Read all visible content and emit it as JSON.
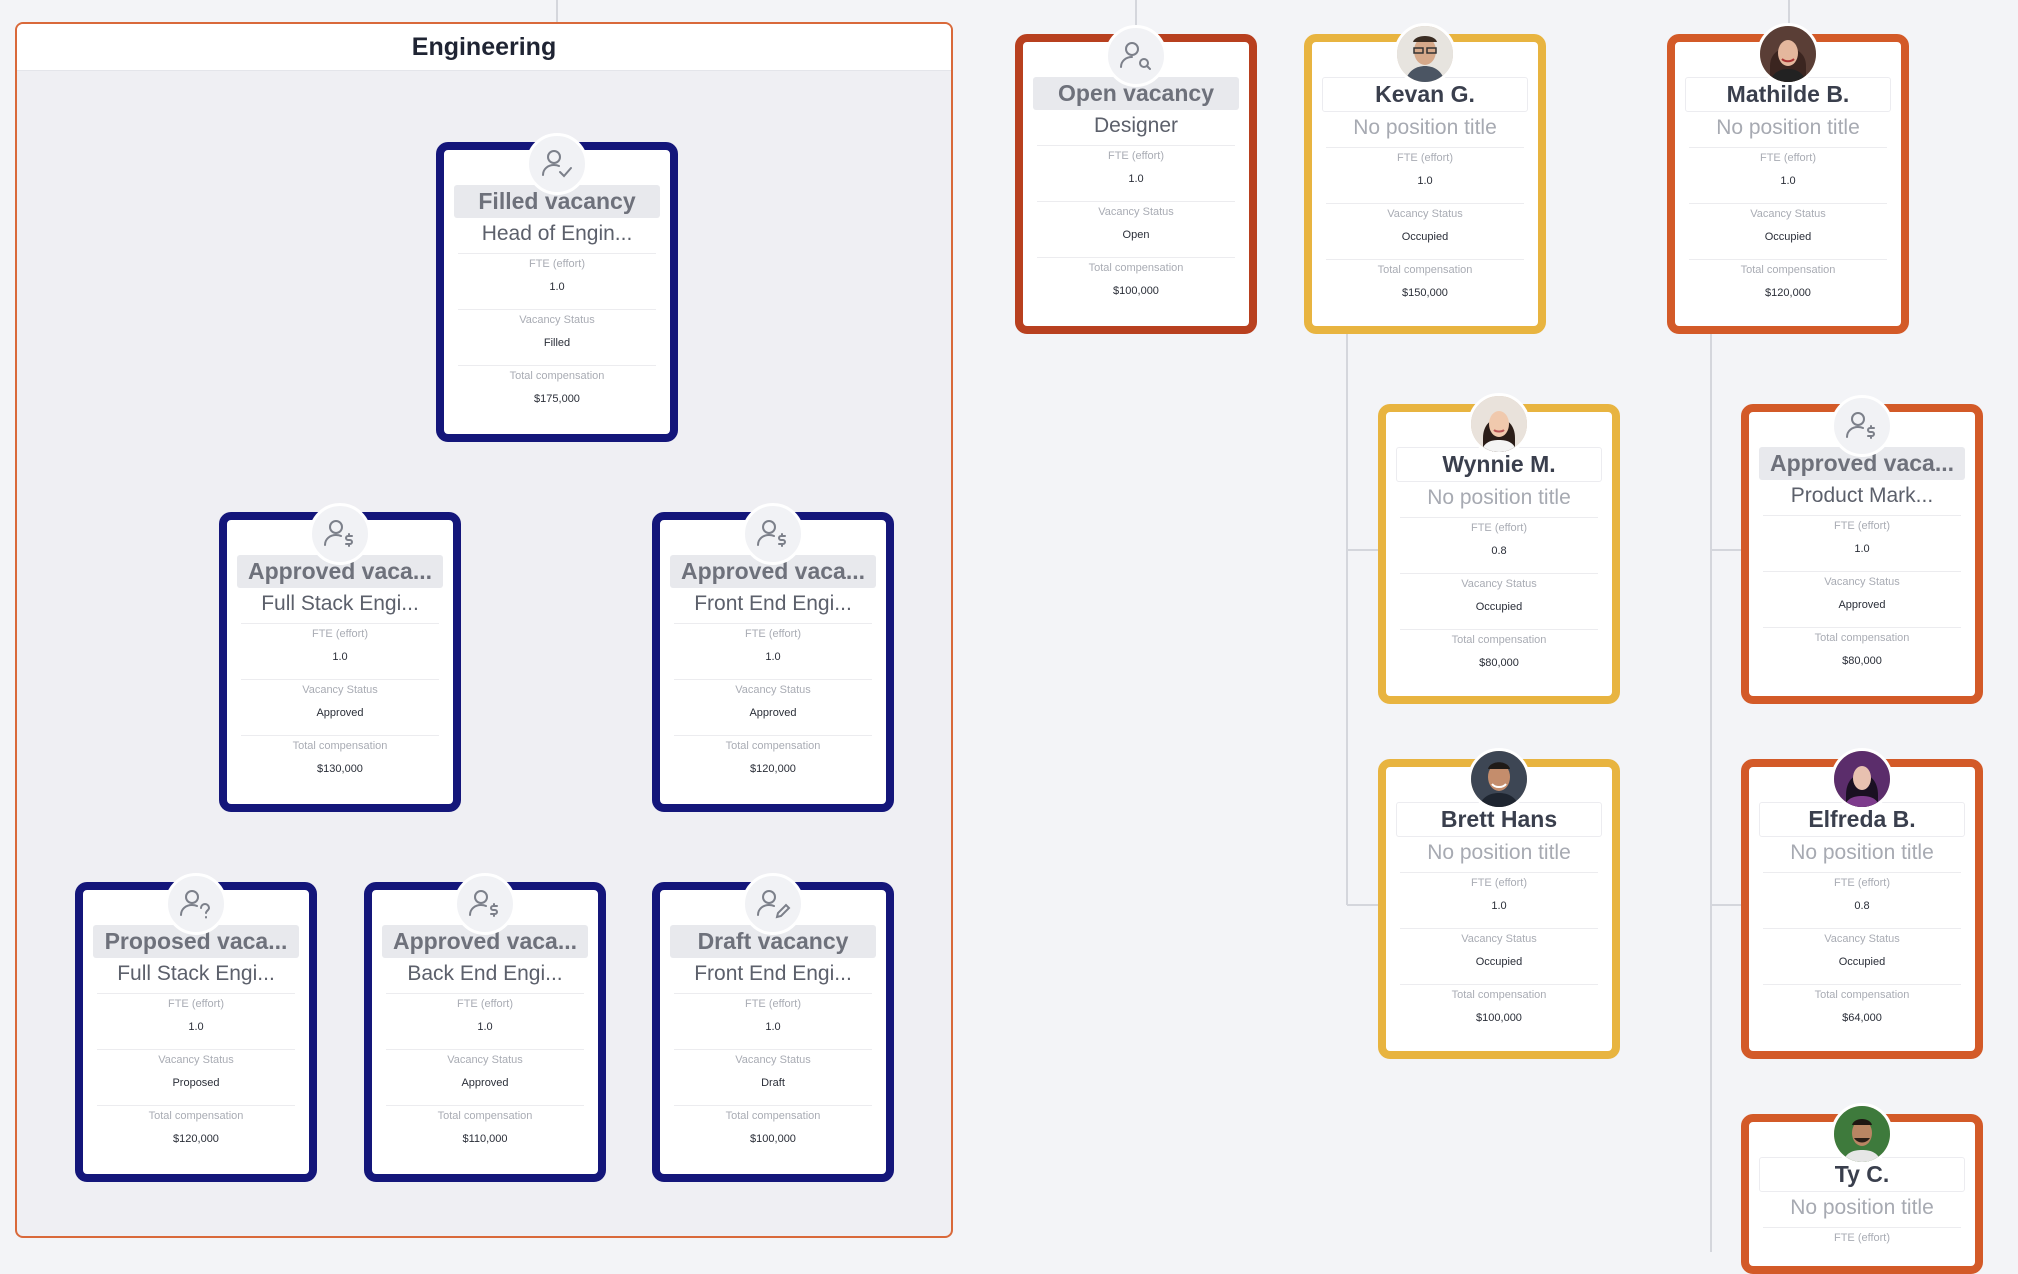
{
  "group": {
    "title": "Engineering"
  },
  "field_labels": {
    "fte": "FTE (effort)",
    "status": "Vacancy Status",
    "comp": "Total compensation"
  },
  "colors": {
    "navy": "#14167a",
    "yellow": "#e8b440",
    "orange": "#d35a28",
    "rust": "#b8401f",
    "group_border": "#d9693a"
  },
  "cards": {
    "head_eng": {
      "headline": "Filled vacancy",
      "subtitle": "Head of Engin...",
      "fte": "1.0",
      "status": "Filled",
      "comp": "$175,000",
      "icon": "user-check-icon"
    },
    "fullstack_1": {
      "headline": "Approved vaca...",
      "subtitle": "Full Stack Engi...",
      "fte": "1.0",
      "status": "Approved",
      "comp": "$130,000",
      "icon": "user-dollar-icon"
    },
    "frontend_1": {
      "headline": "Approved vaca...",
      "subtitle": "Front End Engi...",
      "fte": "1.0",
      "status": "Approved",
      "comp": "$120,000",
      "icon": "user-dollar-icon"
    },
    "fullstack_2": {
      "headline": "Proposed vaca...",
      "subtitle": "Full Stack Engi...",
      "fte": "1.0",
      "status": "Proposed",
      "comp": "$120,000",
      "icon": "user-question-icon"
    },
    "backend_1": {
      "headline": "Approved vaca...",
      "subtitle": "Back End Engi...",
      "fte": "1.0",
      "status": "Approved",
      "comp": "$110,000",
      "icon": "user-dollar-icon"
    },
    "frontend_2": {
      "headline": "Draft vacancy",
      "subtitle": "Front End Engi...",
      "fte": "1.0",
      "status": "Draft",
      "comp": "$100,000",
      "icon": "user-edit-icon"
    },
    "designer": {
      "headline": "Open vacancy",
      "subtitle": "Designer",
      "fte": "1.0",
      "status": "Open",
      "comp": "$100,000",
      "icon": "user-search-icon"
    },
    "kevan": {
      "headline": "Kevan G.",
      "subtitle": "No position title",
      "fte": "1.0",
      "status": "Occupied",
      "comp": "$150,000"
    },
    "mathilde": {
      "headline": "Mathilde B.",
      "subtitle": "No position title",
      "fte": "1.0",
      "status": "Occupied",
      "comp": "$120,000"
    },
    "wynnie": {
      "headline": "Wynnie M.",
      "subtitle": "No position title",
      "fte": "0.8",
      "status": "Occupied",
      "comp": "$80,000"
    },
    "product_mark": {
      "headline": "Approved vaca...",
      "subtitle": "Product Mark...",
      "fte": "1.0",
      "status": "Approved",
      "comp": "$80,000",
      "icon": "user-dollar-icon"
    },
    "brett": {
      "headline": "Brett Hans",
      "subtitle": "No position title",
      "fte": "1.0",
      "status": "Occupied",
      "comp": "$100,000"
    },
    "elfreda": {
      "headline": "Elfreda B.",
      "subtitle": "No position title",
      "fte": "0.8",
      "status": "Occupied",
      "comp": "$64,000"
    },
    "ty": {
      "headline": "Ty C.",
      "subtitle": "No position title",
      "fte_label_only": true
    }
  }
}
